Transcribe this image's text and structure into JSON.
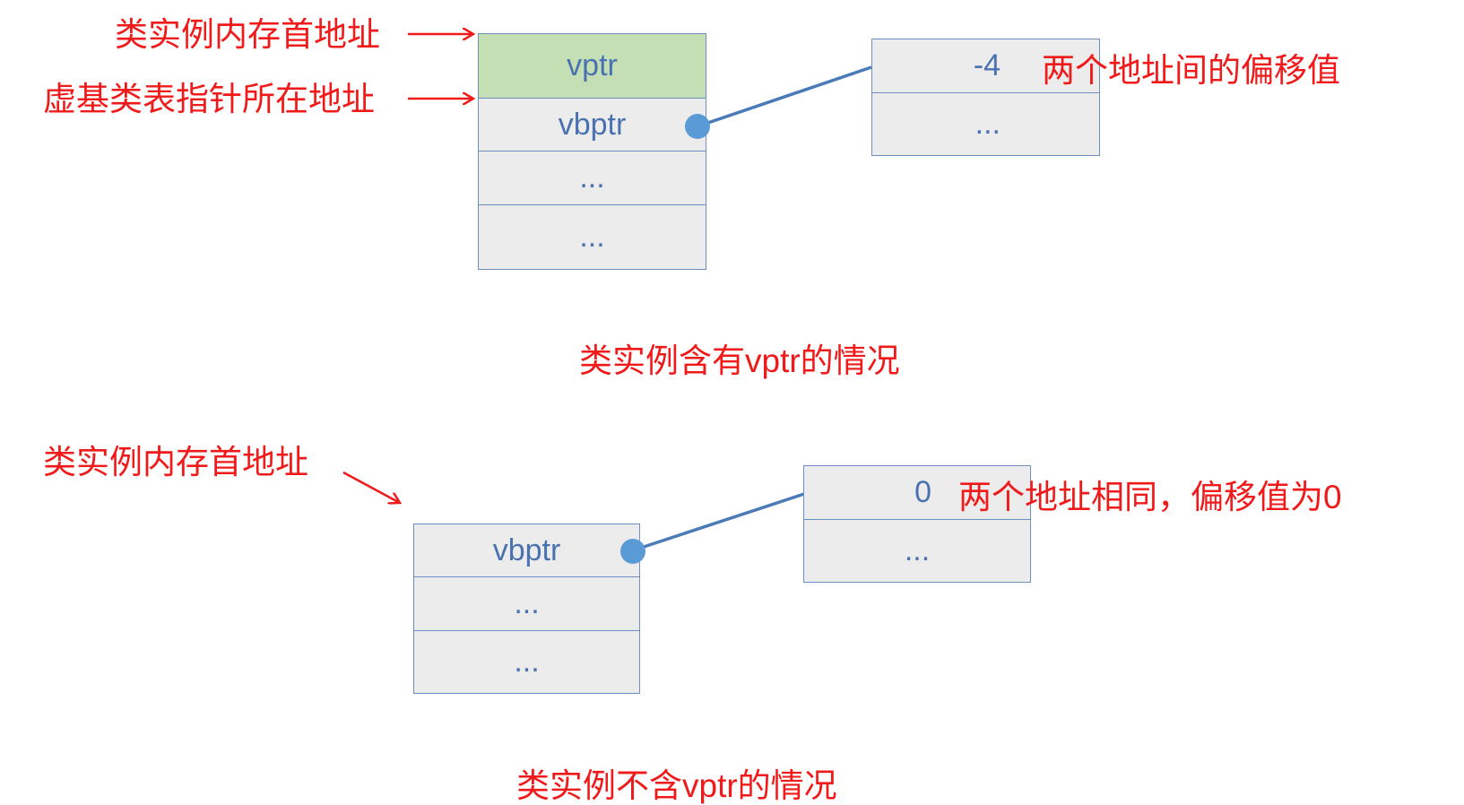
{
  "diagram1": {
    "label_first_addr": "类实例内存首地址",
    "label_vbptr_addr": "虚基类表指针所在地址",
    "object_cells": [
      "vptr",
      "vbptr",
      "...",
      "..."
    ],
    "vbtable_cells": [
      "-4",
      "..."
    ],
    "offset_note": "两个地址间的偏移值",
    "caption": "类实例含有vptr的情况"
  },
  "diagram2": {
    "label_first_addr": "类实例内存首地址",
    "object_cells": [
      "vbptr",
      "...",
      "..."
    ],
    "vbtable_cells": [
      "0",
      "..."
    ],
    "offset_note": "两个地址相同，偏移值为0",
    "caption": "类实例不含vptr的情况"
  },
  "colors": {
    "annotation": "#f01a1a",
    "box_text": "#4a72b0",
    "vptr_fill": "#c5dfb4",
    "box_fill": "#ececec",
    "connector": "#4a7ab8"
  }
}
